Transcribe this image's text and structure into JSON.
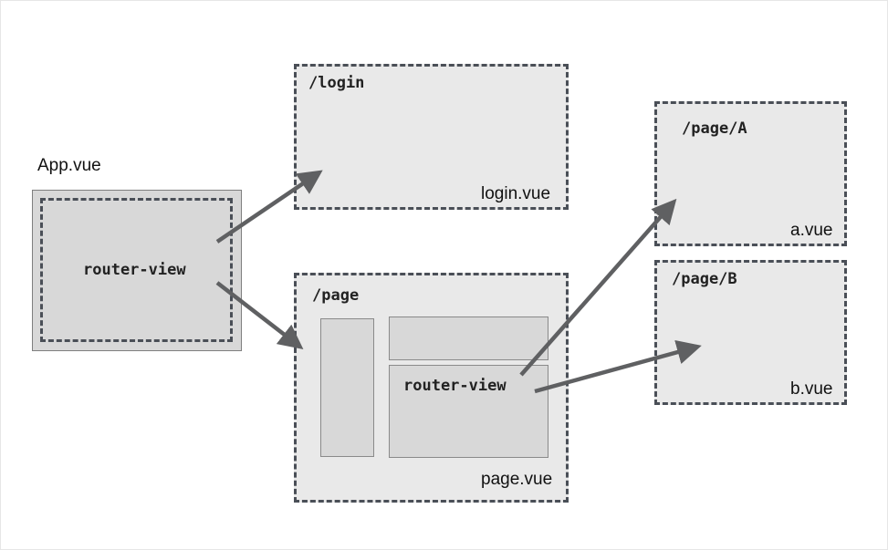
{
  "app": {
    "title": "App.vue",
    "router_view": "router-view"
  },
  "login": {
    "route": "/login",
    "file": "login.vue"
  },
  "page": {
    "route": "/page",
    "router_view": "router-view",
    "file": "page.vue"
  },
  "page_a": {
    "route": "/page/A",
    "file": "a.vue"
  },
  "page_b": {
    "route": "/page/B",
    "file": "b.vue"
  },
  "colors": {
    "arrow": "#5f6062",
    "dashed_border": "#4a4f57",
    "box_fill": "#e9e9e9",
    "inner_fill": "#d8d8d8"
  }
}
